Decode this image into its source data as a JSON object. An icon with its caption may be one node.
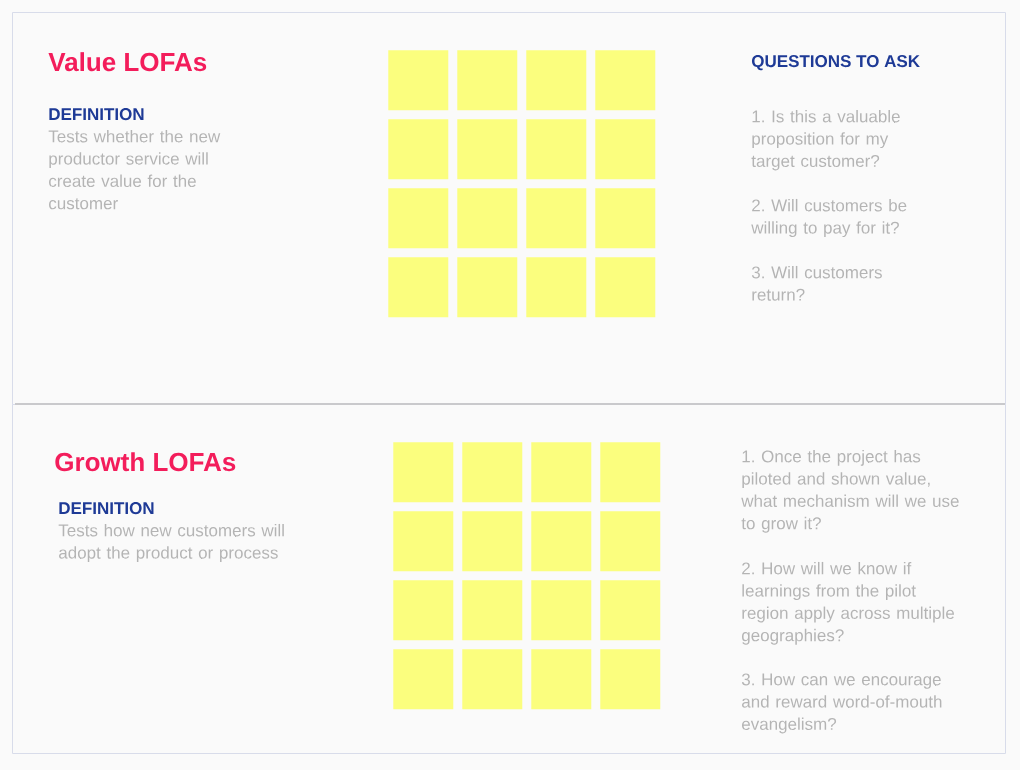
{
  "diagram": {
    "nodes": [
      {
        "text": [
          "Value LOFAs",
          "DEFINITION",
          "Tests whether the new productor service will create value for the customer",
          "QUESTIONS TO ASK",
          "1. Is this a valuable proposition for my target customer?",
          "2. Will customers be willing to pay for it?",
          "3. Will customers return?"
        ]
      },
      {
        "text": [],
        "shape": "box",
        "in": 0
      },
      {
        "text": [],
        "shape": "box",
        "in": 0
      },
      {
        "text": [],
        "shape": "box",
        "in": 0
      },
      {
        "text": [],
        "shape": "box",
        "in": 0
      },
      {
        "text": [],
        "shape": "box",
        "in": 0
      },
      {
        "text": [],
        "shape": "box",
        "in": 0
      },
      {
        "text": [],
        "shape": "box",
        "in": 0
      },
      {
        "text": [],
        "shape": "box",
        "in": 0
      },
      {
        "text": [],
        "shape": "box",
        "in": 0
      },
      {
        "text": [],
        "shape": "box",
        "in": 0
      },
      {
        "text": [],
        "shape": "box",
        "in": 0
      },
      {
        "text": [],
        "shape": "box",
        "in": 0
      },
      {
        "text": [],
        "shape": "box",
        "in": 0
      },
      {
        "text": [],
        "shape": "box",
        "in": 0
      },
      {
        "text": [],
        "shape": "box",
        "in": 0
      },
      {
        "text": [],
        "shape": "box",
        "in": 0
      },
      {
        "text": [
          "Growth LOFAs",
          "DEFINITION",
          "Tests how new customers will adopt the product or process",
          "1. Once the project has piloted and shown value, what mechanism will we use to grow it?",
          "2. How will we know if learnings from the pilot region apply across multiple geographies?",
          "3. How can we encourage and reward word-of-mouth evangelism?"
        ]
      },
      {
        "text": [],
        "shape": "box",
        "in": 17
      },
      {
        "text": [],
        "shape": "box",
        "in": 17
      },
      {
        "text": [],
        "shape": "box",
        "in": 17
      },
      {
        "text": [],
        "shape": "box",
        "in": 17
      },
      {
        "text": [],
        "shape": "box",
        "in": 17
      },
      {
        "text": [],
        "shape": "box",
        "in": 17
      },
      {
        "text": [],
        "shape": "box",
        "in": 17
      },
      {
        "text": [],
        "shape": "box",
        "in": 17
      },
      {
        "text": [],
        "shape": "box",
        "in": 17
      },
      {
        "text": [],
        "shape": "box",
        "in": 17
      },
      {
        "text": [],
        "shape": "box",
        "in": 17
      },
      {
        "text": [],
        "shape": "box",
        "in": 17
      },
      {
        "text": [],
        "shape": "box",
        "in": 17
      },
      {
        "text": [],
        "shape": "box",
        "in": 17
      },
      {
        "text": [],
        "shape": "box",
        "in": 17
      },
      {
        "text": [],
        "shape": "box",
        "in": 17
      }
    ]
  }
}
